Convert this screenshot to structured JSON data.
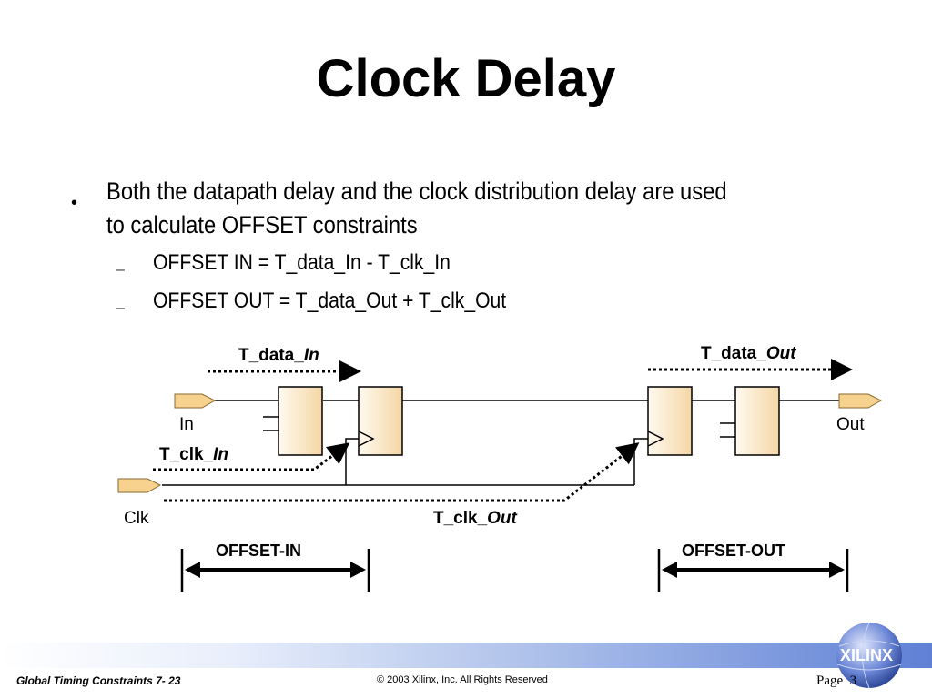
{
  "slide": {
    "title": "Clock Delay",
    "bullet": "Both the datapath delay and the clock distribution delay are used to calculate OFFSET constraints",
    "sub_bullets": [
      "OFFSET IN = T_data_In - T_clk_In",
      "OFFSET OUT = T_data_Out + T_clk_Out"
    ]
  },
  "diagram": {
    "t_data_in_prefix": "T_data_",
    "t_data_in_suffix": "In",
    "t_data_out_prefix": "T_data_",
    "t_data_out_suffix": "Out",
    "t_clk_in_prefix": "T_clk_",
    "t_clk_in_suffix": "In",
    "t_clk_out_prefix": "T_clk_",
    "t_clk_out_suffix": "Out",
    "port_in": "In",
    "port_out": "Out",
    "port_clk": "Clk",
    "offset_in": "OFFSET-IN",
    "offset_out": "OFFSET-OUT"
  },
  "footer": {
    "course": "Global Timing Constraints  7- 23",
    "copyright": "© 2003 Xilinx, Inc. All Rights Reserved",
    "page_label": "Page",
    "page_number": "3",
    "logo_text": "XILINX"
  },
  "colors": {
    "block_fill_light": "#fffaf0",
    "block_fill_dark": "#f5d6a4",
    "port_fill": "#f6d28e",
    "footer_blue": "#5f80d6"
  }
}
